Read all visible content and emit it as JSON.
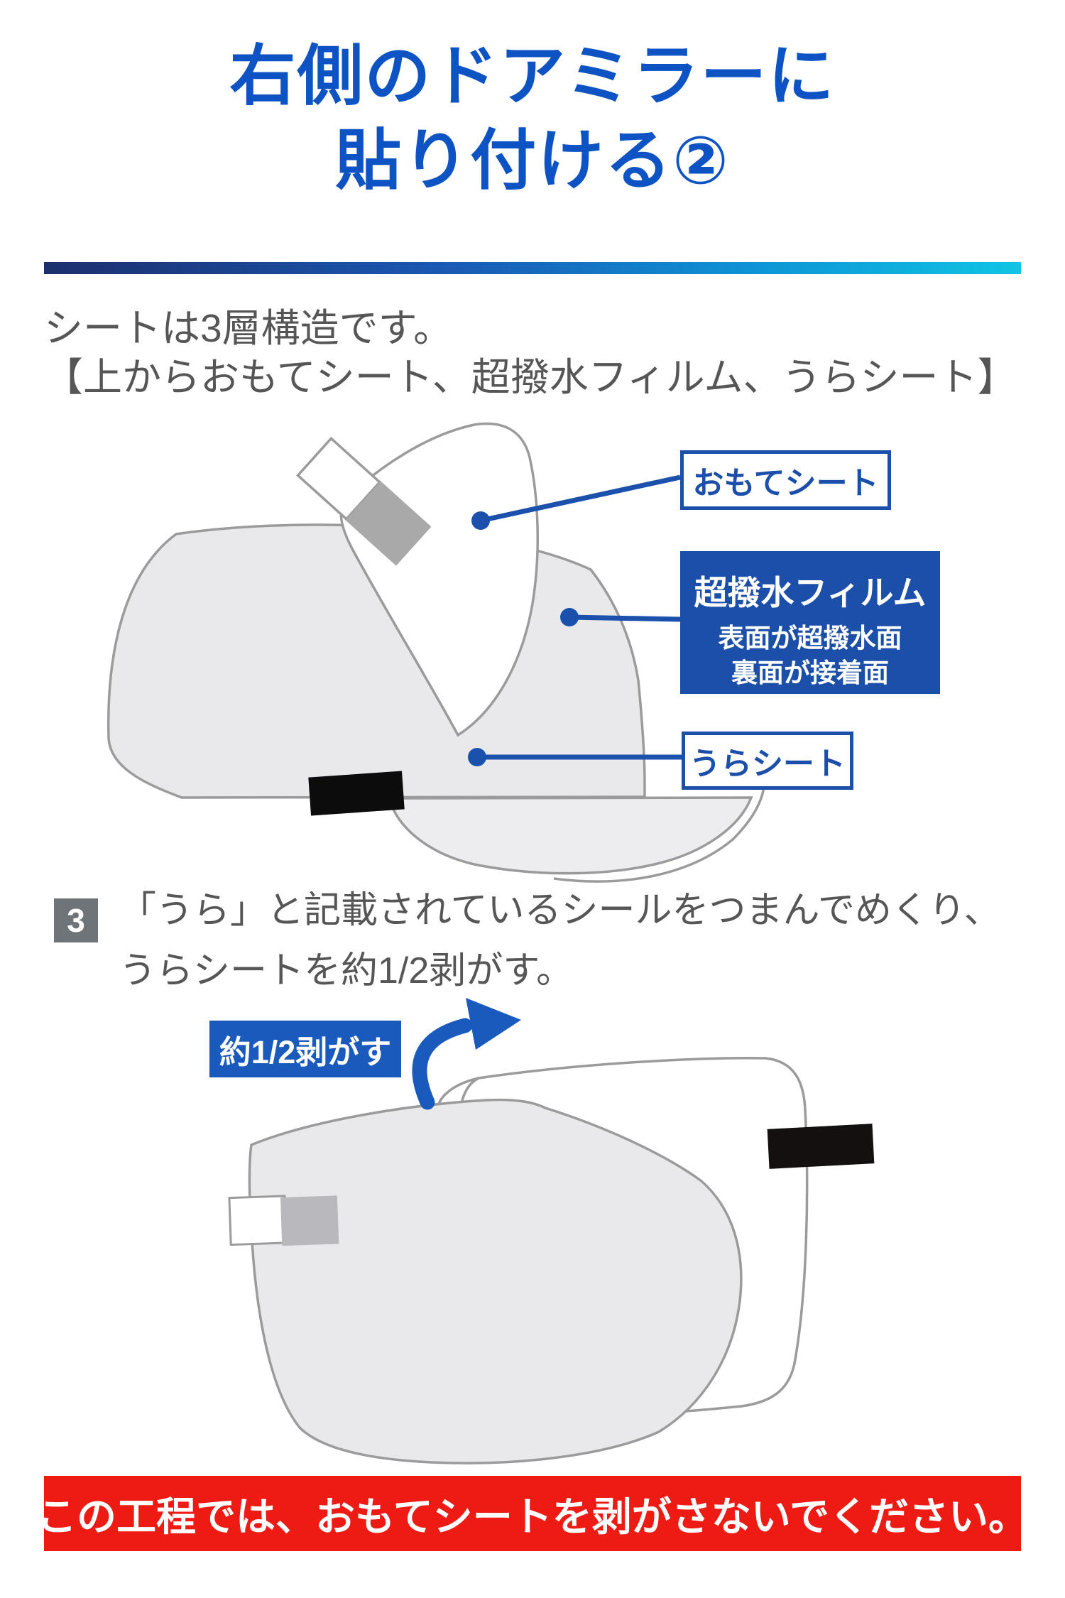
{
  "title": {
    "line1": "右側のドアミラーに",
    "line2": "貼り付ける②"
  },
  "intro": {
    "line1": "シートは3層構造です。",
    "line2": "【上からおもてシート、超撥水フィルム、うらシート】"
  },
  "layer_callouts": {
    "front_sheet": "おもてシート",
    "film_title": "超撥水フィルム",
    "film_sub1": "表面が超撥水面",
    "film_sub2": "裏面が接着面",
    "back_sheet": "うらシート"
  },
  "step": {
    "number": "3",
    "line1": "「うら」と記載されているシールをつまんでめくり、",
    "line2": "うらシートを約1/2剥がす。"
  },
  "peel_label": "約1/2剥がす",
  "warning": "この工程では、おもてシートを剥がさないでください。",
  "colors": {
    "title_blue": "#0d53c3",
    "callout_blue": "#1b4fa9",
    "arrow_blue": "#1a5abc",
    "warning_red": "#ee1b15",
    "step_badge_gray": "#6f7478",
    "sheet_gray_fill": "#e9e9eb",
    "sheet_outline_gray": "#9b9b9b",
    "divider_gradient_left": "#1c2f6d",
    "divider_gradient_right": "#10c4e3"
  }
}
